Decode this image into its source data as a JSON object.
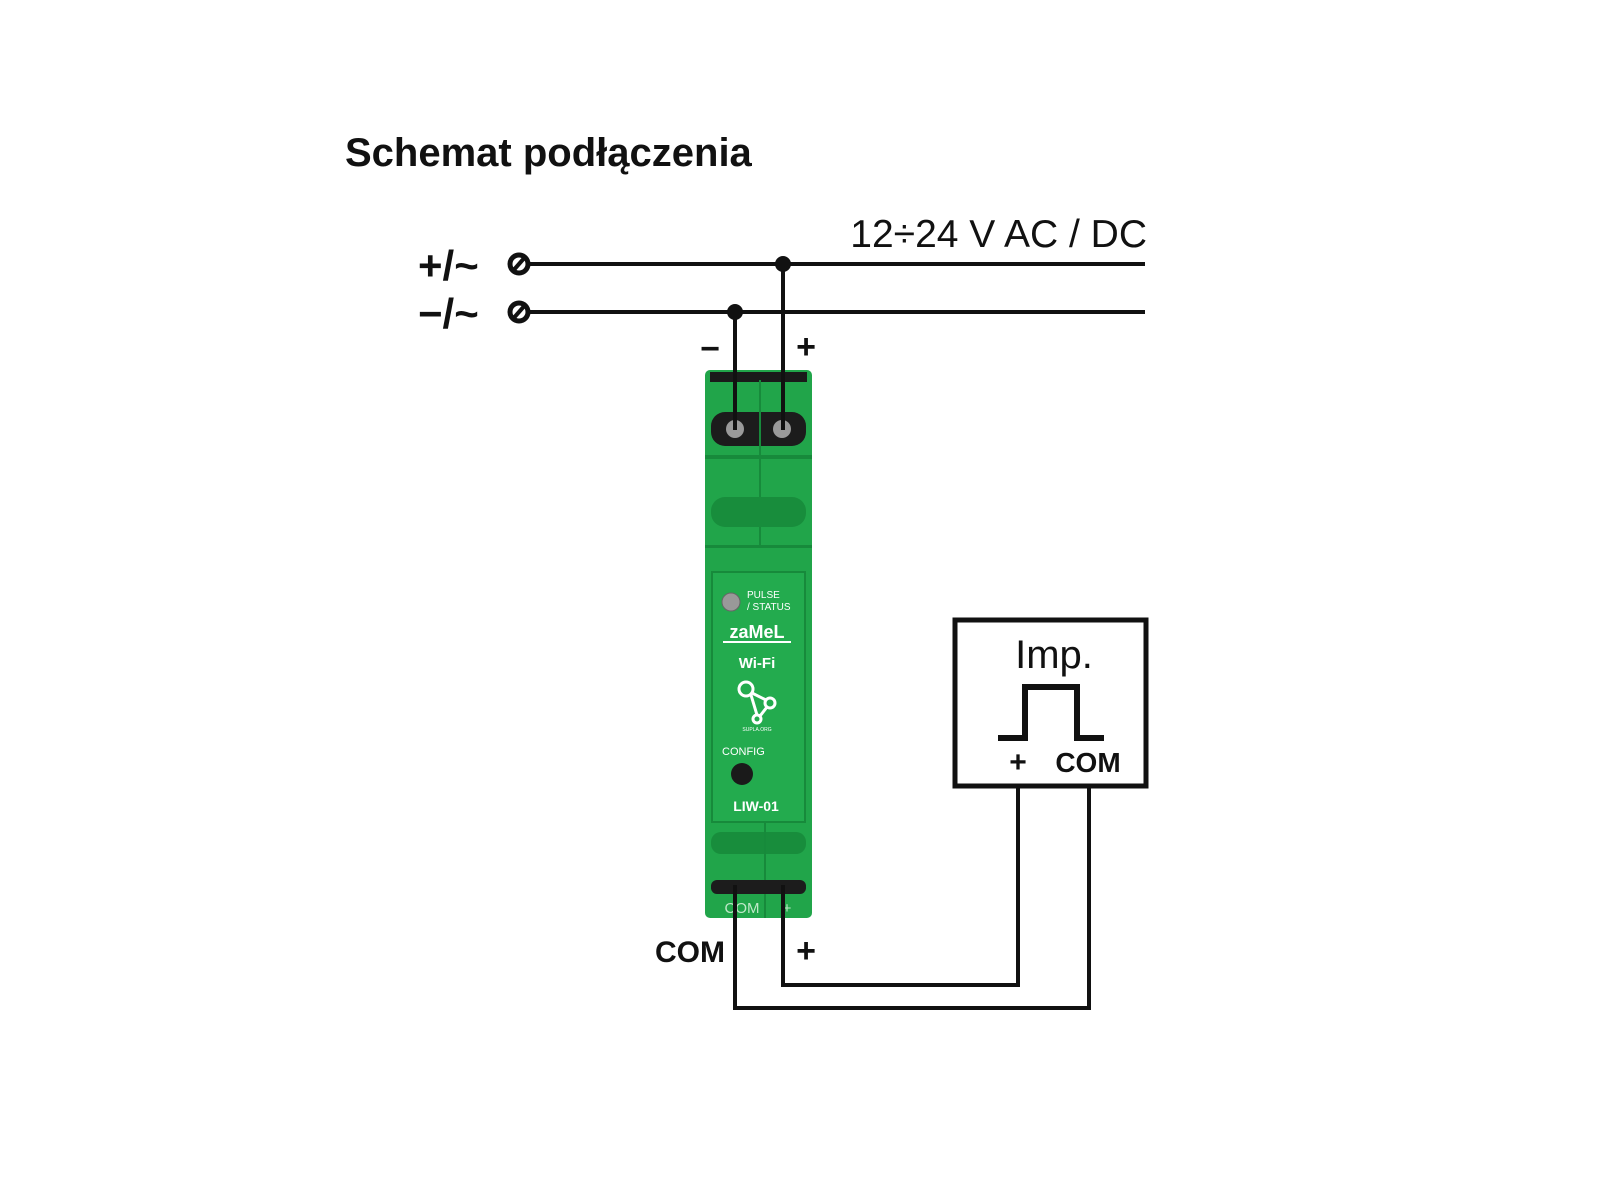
{
  "title": "Schemat podłączenia",
  "supply": {
    "voltage_label": "12÷24 V AC / DC",
    "positive_terminal": "+/~",
    "negative_terminal": "−/~"
  },
  "device": {
    "top_minus": "−",
    "top_plus": "+",
    "led_label_1": "PULSE",
    "led_label_2": "/ STATUS",
    "brand": "zaMeL",
    "wifi": "Wi-Fi",
    "supla": "SUPLA.ORG",
    "config_label": "CONFIG",
    "model": "LIW-01",
    "bottom_com": "COM",
    "bottom_plus": "+",
    "body_color": "#21a54a"
  },
  "bottom_labels": {
    "com": "COM",
    "plus": "+"
  },
  "impulse": {
    "title": "Imp.",
    "plus": "+",
    "com": "COM"
  }
}
